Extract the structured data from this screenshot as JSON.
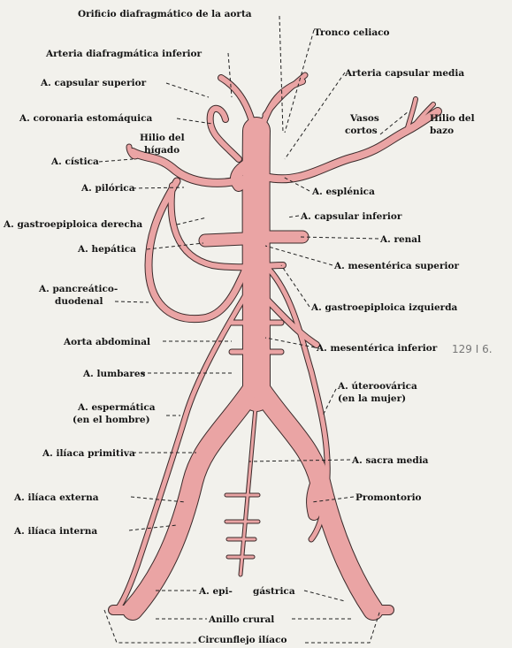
{
  "colors": {
    "artery_fill": "#eaa4a4",
    "artery_outline": "#3a2a2a",
    "paper": "#f2f1ec",
    "ink": "#151515",
    "pencil": "#777777"
  },
  "labels": {
    "orificio": "Orificio diafragmático de la aorta",
    "tronco_celiaco": "Tronco celiaco",
    "diafragmatica_inferior": "Arteria diafragmática inferior",
    "capsular_superior": "A. capsular superior",
    "capsular_media": "Arteria capsular media",
    "coronaria": "A. coronaria estomáquica",
    "vasos_cortos_1": "Vasos",
    "vasos_cortos_2": "cortos",
    "hilio_bazo_1": "Hilio del",
    "hilio_bazo_2": "bazo",
    "hilio_higado_1": "Hilio del",
    "hilio_higado_2": "hígado",
    "cistica": "A. cística",
    "esplenica": "A. esplénica",
    "pilorica": "A. pilórica",
    "capsular_inferior": "A. capsular inferior",
    "gastroepiploica_derecha": "A. gastroepiploica derecha",
    "renal": "A. renal",
    "hepatica": "A. hepática",
    "mesenterica_superior": "A. mesentérica superior",
    "pancreatico_1": "A. pancreático-",
    "pancreatico_2": "duodenal",
    "gastroepiploica_izquierda": "A. gastroepiploica izquierda",
    "aorta_abdominal": "Aorta abdominal",
    "mesenterica_inferior": "A. mesentérica inferior",
    "lumbares": "A. lumbares",
    "uteroovarica_1": "A. úteroovárica",
    "uteroovarica_2": "(en la mujer)",
    "espermatica_1": "A. espermática",
    "espermatica_2": "(en el hombre)",
    "iliaca_primitiva": "A. ilíaca primitiva",
    "sacra_media": "A. sacra media",
    "iliaca_externa": "A. ilíaca externa",
    "promontorio": "Promontorio",
    "iliaca_interna": "A. ilíaca interna",
    "epigastrica_1": "A. epi-",
    "epigastrica_2": "gástrica",
    "anillo_crural": "Anillo crural",
    "circunflejo": "Circunflejo ilíaco"
  },
  "pencil_note": "129 I 6."
}
